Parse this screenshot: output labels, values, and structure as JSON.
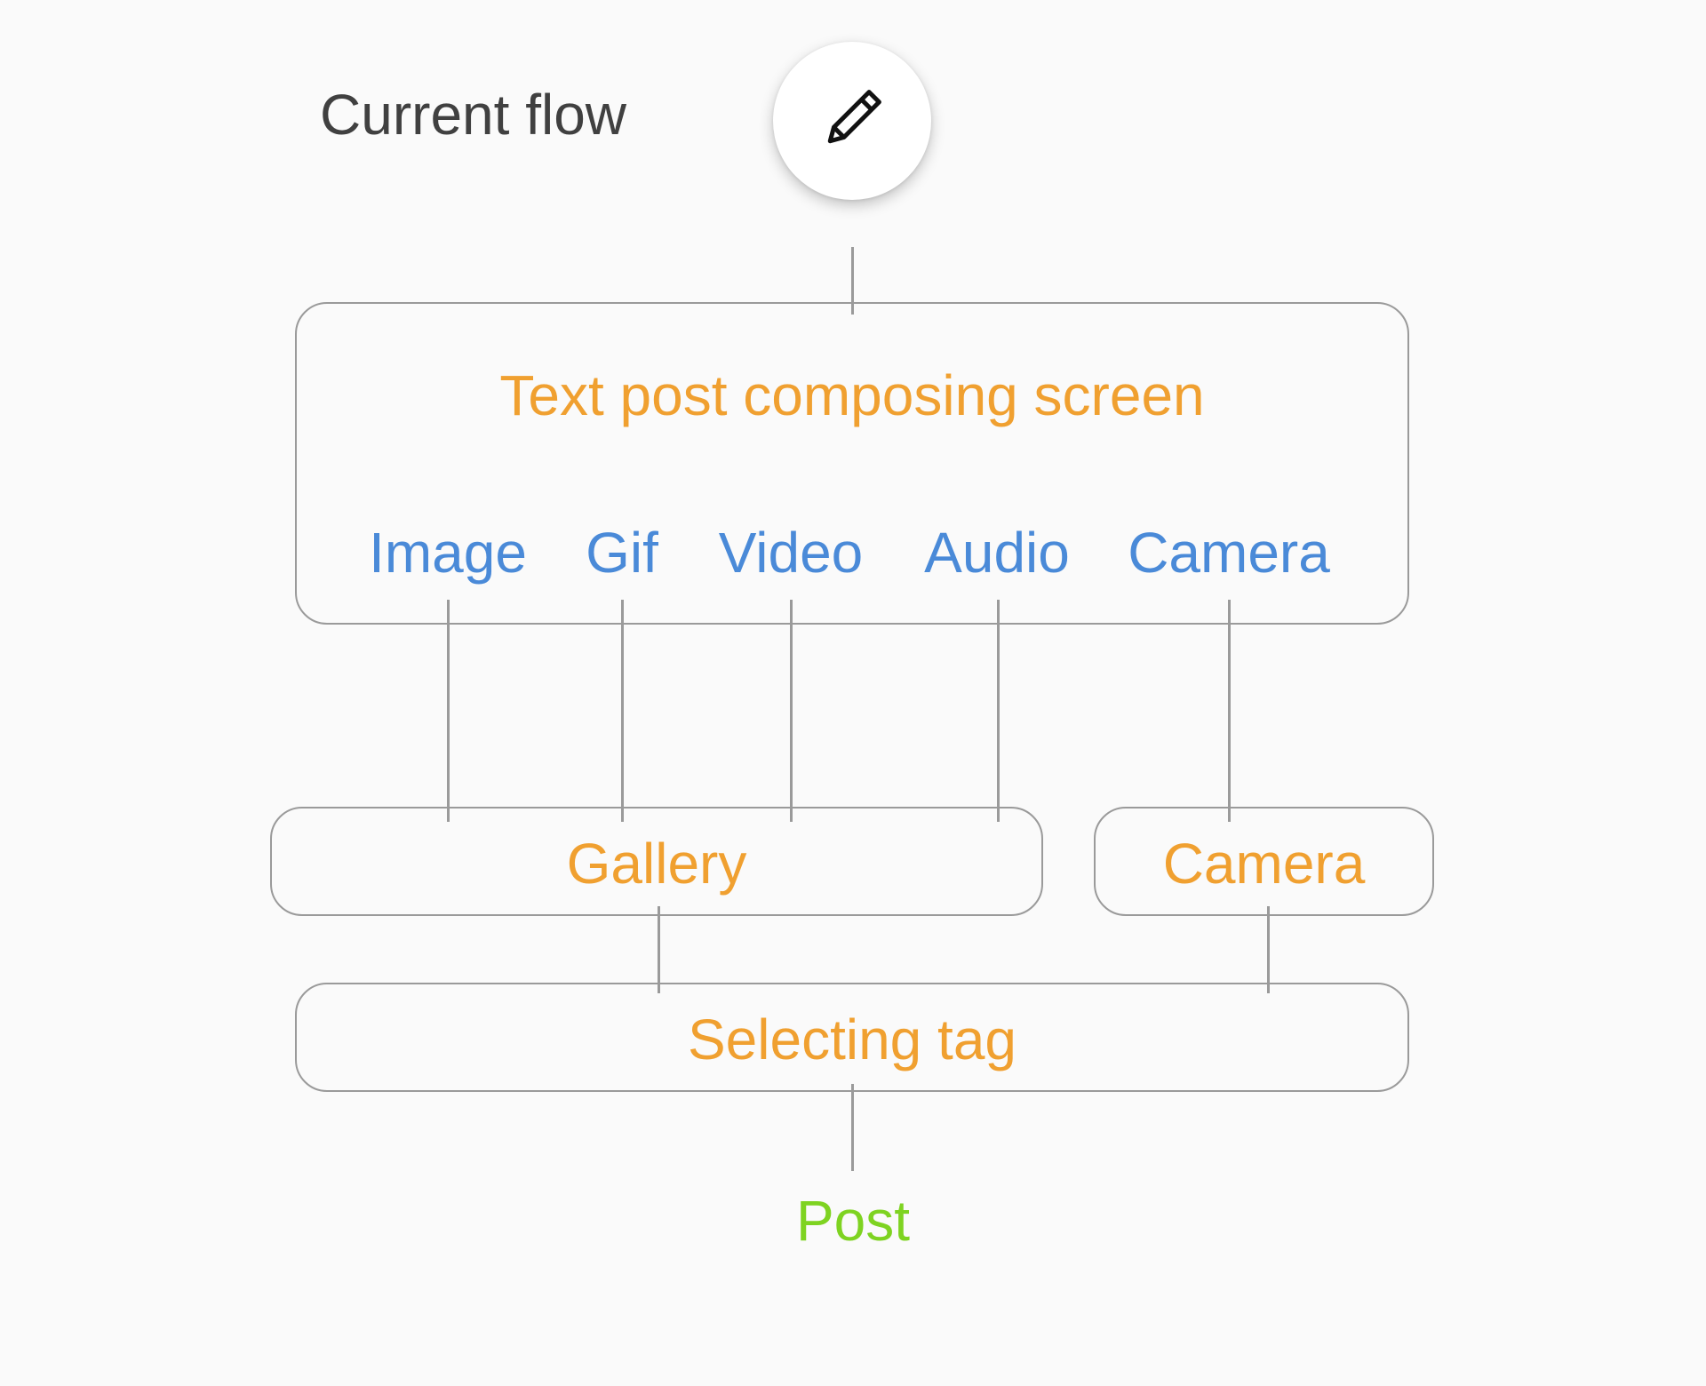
{
  "title": "Current flow",
  "fab": {
    "icon": "pencil-icon"
  },
  "compose_screen": {
    "label": "Text post composing screen",
    "options": [
      "Image",
      "Gif",
      "Video",
      "Audio",
      "Camera"
    ]
  },
  "gallery": {
    "label": "Gallery"
  },
  "camera": {
    "label": "Camera"
  },
  "selecting_tag": {
    "label": "Selecting tag"
  },
  "post": {
    "label": "Post"
  },
  "colors": {
    "screen_label": "#f0a030",
    "option_label": "#4a8ad8",
    "final_label": "#7ed321",
    "connector": "#9a9a9a",
    "title": "#404040"
  }
}
